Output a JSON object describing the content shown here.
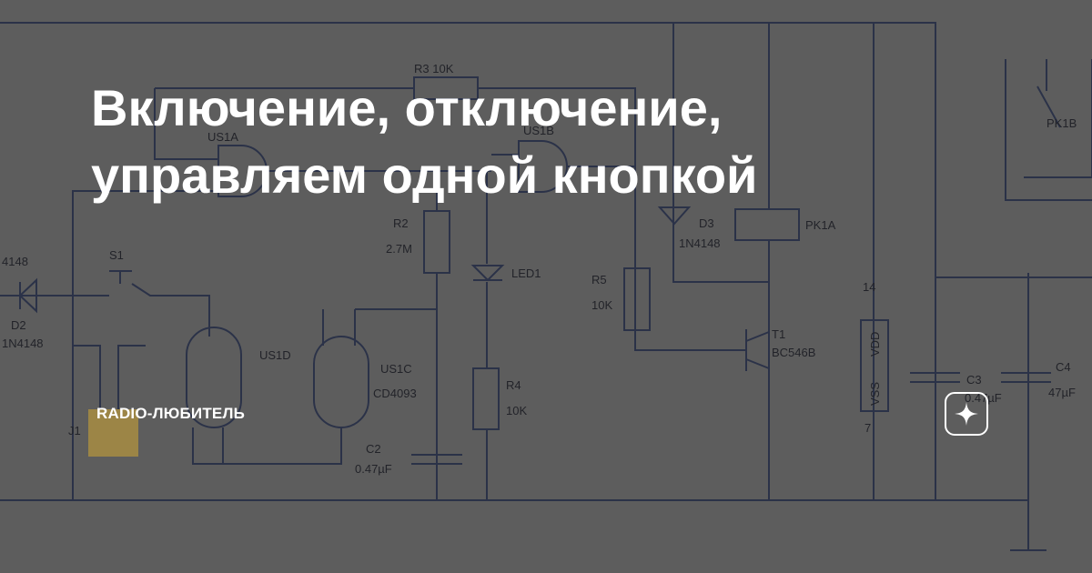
{
  "headline": {
    "line1": "Включение, отключение,",
    "line2": "управляем одной кнопкой"
  },
  "source": {
    "channel": "RADIO-ЛЮБИТЕЛЬ"
  },
  "icons": {
    "logo": "zen-sparkle-icon"
  },
  "schematic": {
    "labels": {
      "r3": "R3  10K",
      "us1a": "US1A",
      "us1b": "US1B",
      "r2": "R2",
      "r2v": "2.7M",
      "led1": "LED1",
      "d3": "D3",
      "d3v": "1N4148",
      "pk1a": "PK1A",
      "pk1b": "PK1B",
      "s1": "S1",
      "d2": "D2",
      "d2v": "1N4148",
      "d1v": "4148",
      "r5": "R5",
      "r5v": "10K",
      "t1": "T1",
      "t1v": "BC546B",
      "us1d": "US1D",
      "us1c": "US1C",
      "cd": "CD4093",
      "r4": "R4",
      "r4v": "10K",
      "c2": "C2",
      "c2v": "0.47µF",
      "c3": "C3",
      "c3v": "0.47µF",
      "c4": "C4",
      "c4v": "47µF",
      "j1": "J1",
      "vdd": "VDD",
      "vss": "VSS",
      "p14": "14",
      "p7": "7"
    }
  },
  "colors": {
    "background": "#6a6a6a",
    "wire": "#2c3550",
    "text": "#ffffff",
    "accent": "#c9a646"
  }
}
